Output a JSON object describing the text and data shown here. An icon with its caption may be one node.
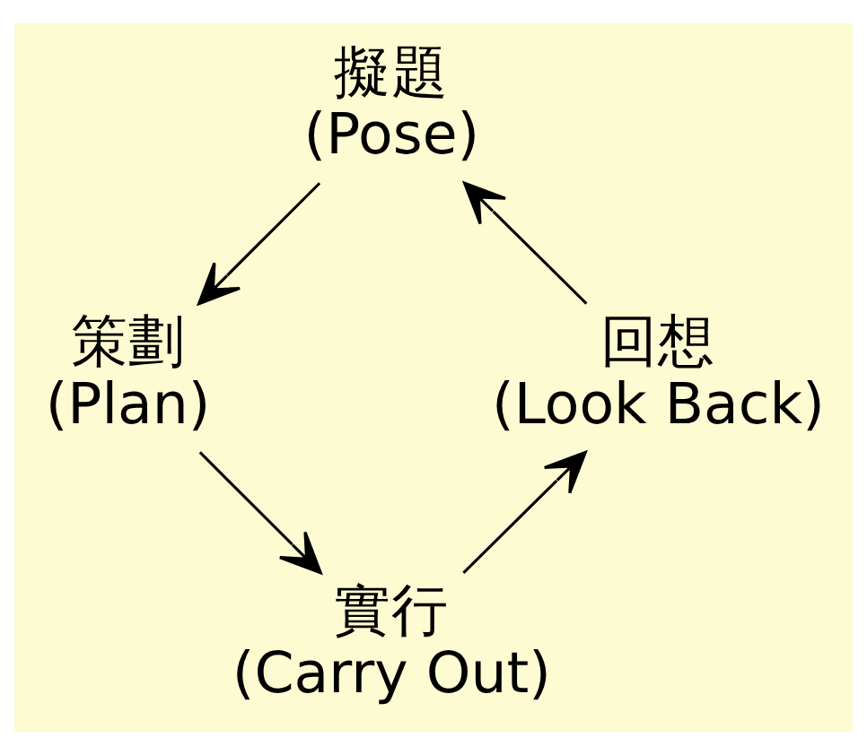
{
  "diagram": {
    "nodes": [
      {
        "text": [
          "擬題",
          "(Pose)"
        ]
      },
      {
        "text": [
          "策劃",
          "(Plan)"
        ]
      },
      {
        "text": [
          "實行",
          "(Carry Out)"
        ]
      },
      {
        "text": [
          "回想",
          "(Look Back)"
        ]
      }
    ],
    "edges": [
      {
        "from": 0,
        "to": 1,
        "arrow": "to"
      },
      {
        "from": 1,
        "to": 2,
        "arrow": "to"
      },
      {
        "from": 2,
        "to": 3,
        "arrow": "to"
      },
      {
        "from": 3,
        "to": 0,
        "arrow": "to"
      }
    ]
  }
}
